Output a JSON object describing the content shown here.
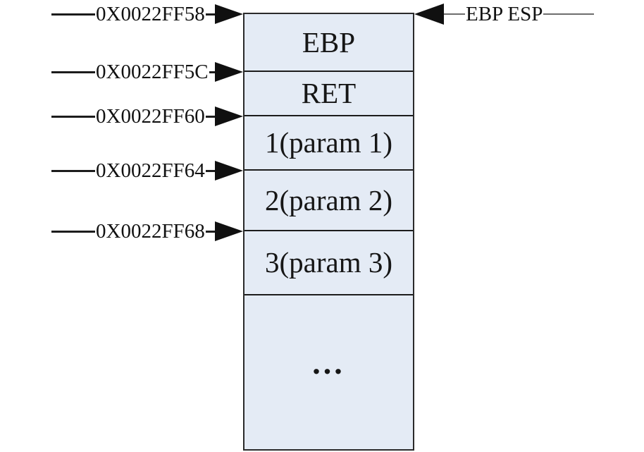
{
  "diagram": {
    "addresses": [
      {
        "label": "0X0022FF58"
      },
      {
        "label": "0X0022FF5C"
      },
      {
        "label": "0X0022FF60"
      },
      {
        "label": "0X0022FF64"
      },
      {
        "label": "0X0022FF68"
      }
    ],
    "stack": {
      "cells": [
        {
          "label": "EBP"
        },
        {
          "label": "RET"
        },
        {
          "label": "1(param 1)"
        },
        {
          "label": "2(param 2)"
        },
        {
          "label": "3(param 3)"
        },
        {
          "label": "..."
        }
      ]
    },
    "pointer": {
      "label": "EBP ESP"
    },
    "colors": {
      "cell_fill": "#e4ebf5",
      "line": "#1c1c1c",
      "line_gray": "#6e6e6e",
      "border": "#2a2a2a"
    }
  }
}
